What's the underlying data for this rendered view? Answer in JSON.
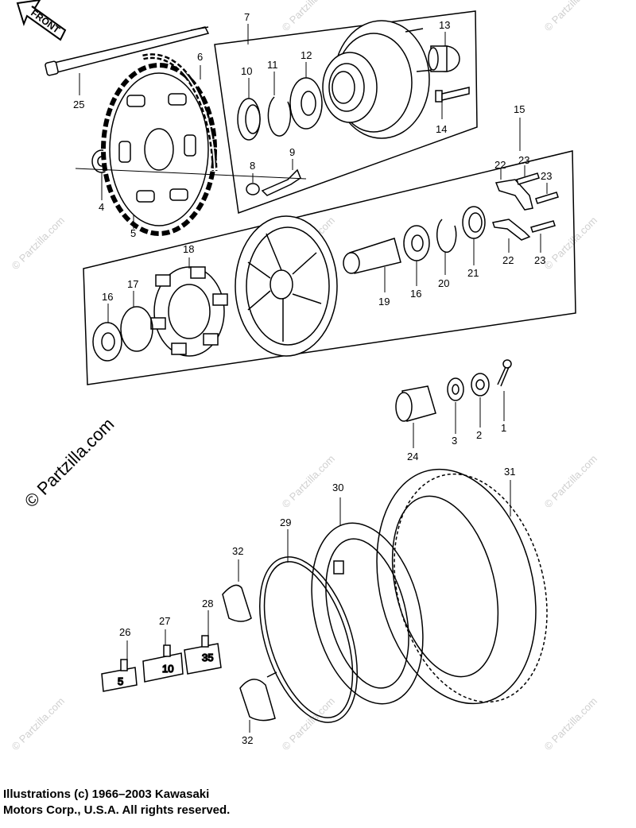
{
  "front_label": "FRONT",
  "watermark_main": "© Partzilla.com",
  "watermark_small": "© Partzilla.com",
  "callouts": {
    "c1": "1",
    "c2": "2",
    "c3": "3",
    "c4": "4",
    "c5": "5",
    "c6": "6",
    "c7": "7",
    "c8": "8",
    "c9": "9",
    "c10": "10",
    "c11": "11",
    "c12": "12",
    "c13": "13",
    "c14": "14",
    "c15": "15",
    "c16a": "16",
    "c16b": "16",
    "c17": "17",
    "c18": "18",
    "c19": "19",
    "c20": "20",
    "c21": "21",
    "c22a": "22",
    "c22b": "22",
    "c23a": "23",
    "c23b": "23",
    "c23c": "23",
    "c24": "24",
    "c25": "25",
    "c26": "26",
    "c27": "27",
    "c28": "28",
    "c29": "29",
    "c30": "30",
    "c31": "31",
    "c32a": "32",
    "c32b": "32"
  },
  "weights": {
    "w26": "5",
    "w27": "10",
    "w28": "35"
  },
  "footer": {
    "line1": "Illustrations (c) 1966–2003 Kawasaki",
    "line2": "Motors Corp., U.S.A.  All rights reserved."
  }
}
